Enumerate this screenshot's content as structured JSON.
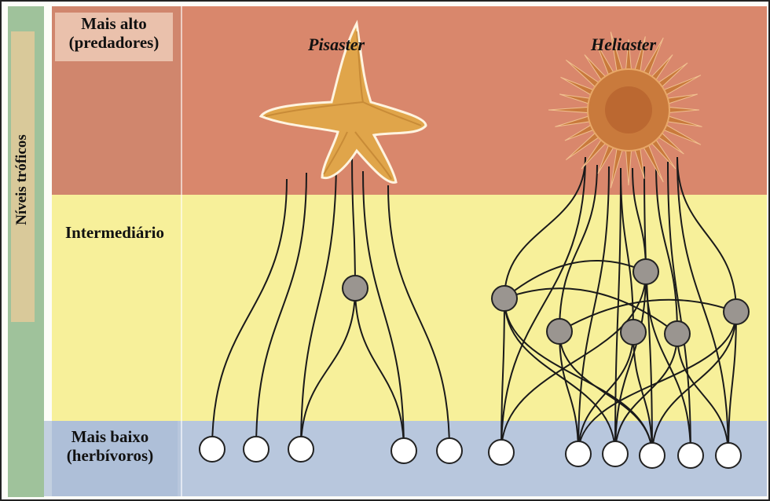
{
  "axis_label": "Níveis tróficos",
  "levels": {
    "top": "Mais alto\n(predadores)",
    "middle": "Intermediário",
    "bottom": "Mais baixo\n(herbívoros)"
  },
  "species": {
    "left": "Pisaster",
    "right": "Heliaster"
  },
  "colors": {
    "top_band": "#d9876c",
    "middle_band": "#f7f09a",
    "bottom_band": "#b8c7dd",
    "side_strip": "#9fc29b",
    "axis_bar": "#d9c99a",
    "node_intermediate": "#9a9590",
    "node_herbivore": "#ffffff",
    "starfish": "#e0a54a",
    "sunstar": "#c97a3c"
  }
}
